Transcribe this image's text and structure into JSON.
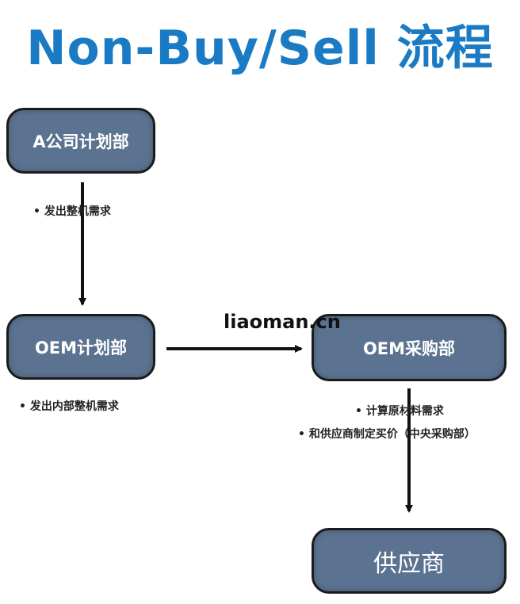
{
  "title": "Non-Buy/Sell 流程",
  "nodes": {
    "a_planning": "A公司计划部",
    "oem_planning": "OEM计划部",
    "oem_purchasing": "OEM采购部",
    "supplier": "供应商"
  },
  "notes": {
    "a_to_oem": "发出整机需求",
    "oem_internal": "发出内部整机需求",
    "calc_materials": "计算原材料需求",
    "pricing": "和供应商制定买价（中央采购部）"
  },
  "watermark": "liaoman.cn",
  "colors": {
    "title": "#1a7bc4",
    "box": "#5b7391"
  }
}
